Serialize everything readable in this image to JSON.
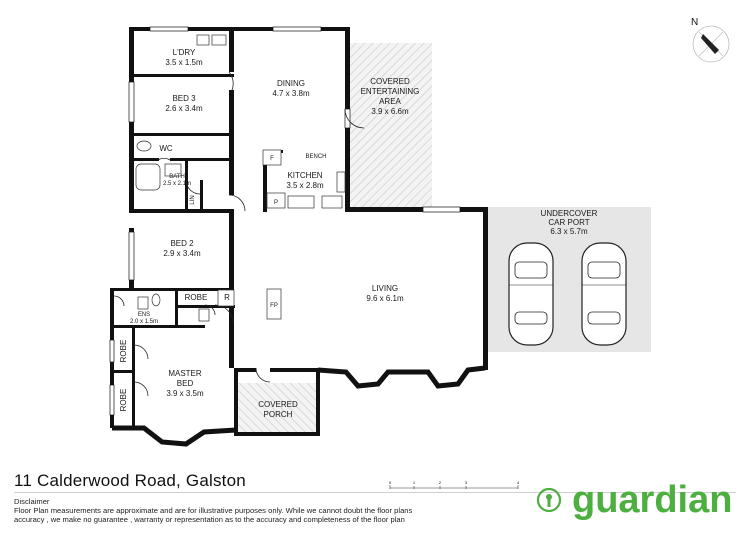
{
  "rooms": {
    "ldry": {
      "name": "L'DRY",
      "size": "3.5 x 1.5m"
    },
    "bed3": {
      "name": "BED 3",
      "size": "2.6 x 3.4m"
    },
    "dining": {
      "name": "DINING",
      "size": "4.7 x 3.8m"
    },
    "covered_ent": {
      "name1": "COVERED",
      "name2": "ENTERTAINING",
      "name3": "AREA",
      "size": "3.9 x 6.6m"
    },
    "wc": {
      "name": "WC"
    },
    "bath": {
      "name": "BATH",
      "size": "2.5 x 2.1m"
    },
    "lin": {
      "name": "LIN"
    },
    "kitchen": {
      "name": "KITCHEN",
      "size": "3.5 x 2.8m",
      "bench": "BENCH",
      "fridge": "F",
      "pantry": "P"
    },
    "carport": {
      "name": "UNDERCOVER",
      "name2": "CAR PORT",
      "size": "6.3 x 5.7m"
    },
    "bed2": {
      "name": "BED 2",
      "size": "2.9 x 3.4m"
    },
    "living": {
      "name": "LIVING",
      "size": "9.6 x 6.1m",
      "fireplace": "FP"
    },
    "robe_bed2": {
      "name": "ROBE"
    },
    "r": {
      "name": "R"
    },
    "ens": {
      "name": "ENS",
      "size": "2.0 x 1.5m"
    },
    "master": {
      "name": "MASTER",
      "name2": "BED",
      "size": "3.9 x 3.5m",
      "robe1": "ROBE",
      "robe2": "ROBE"
    },
    "porch": {
      "name": "COVERED",
      "name2": "PORCH"
    }
  },
  "compass": {
    "label": "N"
  },
  "scale": {
    "ticks": [
      "0",
      "1",
      "2",
      "3",
      "4"
    ]
  },
  "address": "11 Calderwood Road, Galston",
  "disclaimer": {
    "title": "Disclaimer",
    "line1": "Floor Plan measurements are approximate and are for illustrative purposes only. While we cannot doubt the floor plans",
    "line2": "accuracy , we make no guarantee , warranty or representation as to the accuracy and completeness of the floor plan"
  },
  "brand": {
    "name": "guardian",
    "color": "#4caf3f"
  },
  "colors": {
    "wall": "#111111",
    "hatch": "#d9d9d9",
    "carport": "#e6e6e6",
    "brand_green": "#4caf3f"
  }
}
